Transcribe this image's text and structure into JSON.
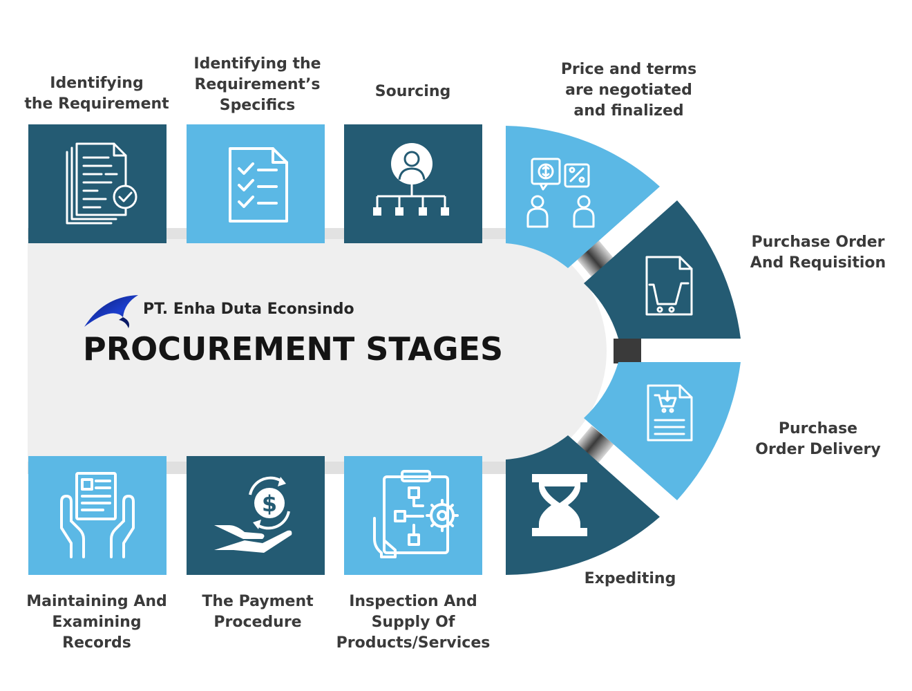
{
  "header": {
    "company": "PT. Enha Duta Econsindo",
    "title": "PROCUREMENT STAGES"
  },
  "colors": {
    "dark": "#245b73",
    "light": "#5bb8e5",
    "track": "#efefef",
    "text": "#3a3a3a"
  },
  "stages": [
    {
      "label": "Identifying\nthe Requirement",
      "icon": "documents-check-icon"
    },
    {
      "label": "Identifying the\nRequirement’s\nSpecifics",
      "icon": "checklist-icon"
    },
    {
      "label": "Sourcing",
      "icon": "org-chart-icon"
    },
    {
      "label": "Price and terms\nare negotiated\nand finalized",
      "icon": "negotiation-icon"
    },
    {
      "label": "Purchase Order\nAnd Requisition",
      "icon": "cart-document-icon"
    },
    {
      "label": "Purchase\nOrder Delivery",
      "icon": "order-document-icon"
    },
    {
      "label": "Expediting",
      "icon": "hourglass-icon"
    },
    {
      "label": "Inspection And\nSupply Of\nProducts/Services",
      "icon": "clipboard-gear-icon"
    },
    {
      "label": "The Payment\nProcedure",
      "icon": "hand-dollar-icon"
    },
    {
      "label": "Maintaining And\nExamining\nRecords",
      "icon": "hands-document-icon"
    }
  ]
}
